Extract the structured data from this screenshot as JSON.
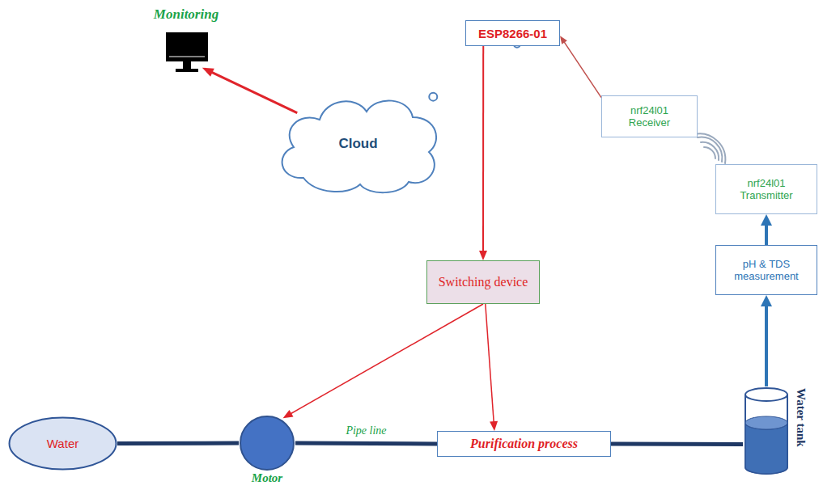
{
  "diagram": {
    "nodes": [
      {
        "text": [
          "Monitoring"
        ]
      },
      {
        "text": [
          "Cloud"
        ]
      },
      {
        "text": [
          "ESP8266-01"
        ]
      },
      {
        "text": [
          "nrf24l01 Receiver"
        ]
      },
      {
        "text": [
          "nrf24l01 Transmitter"
        ]
      },
      {
        "text": [
          "pH & TDS measurement"
        ]
      },
      {
        "text": [
          "Switching device"
        ]
      },
      {
        "text": [
          "Water"
        ]
      },
      {
        "text": [
          "Motor"
        ]
      },
      {
        "text": [
          "Purification process"
        ]
      },
      {
        "text": [
          "Water tank"
        ]
      }
    ],
    "edges": [
      {
        "from": 1,
        "to": 0,
        "arrow": "to"
      },
      {
        "from": 2,
        "to": 1,
        "arrow": "none"
      },
      {
        "from": 3,
        "to": 2,
        "arrow": "to"
      },
      {
        "from": 5,
        "to": 4,
        "arrow": "to"
      },
      {
        "from": 10,
        "to": 5,
        "arrow": "to"
      },
      {
        "from": 2,
        "to": 6,
        "arrow": "to"
      },
      {
        "from": 6,
        "to": 8,
        "arrow": "to"
      },
      {
        "from": 6,
        "to": 9,
        "arrow": "to"
      },
      {
        "from": 7,
        "to": 8,
        "arrow": "none"
      },
      {
        "from": 8,
        "to": 9,
        "arrow": "none",
        "label": "Pipe line"
      },
      {
        "from": 9,
        "to": 10,
        "arrow": "none"
      }
    ]
  }
}
